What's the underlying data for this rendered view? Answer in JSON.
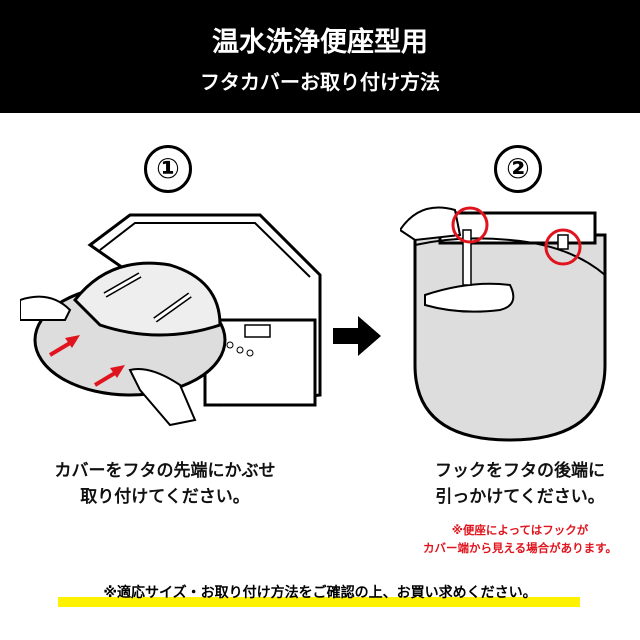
{
  "header": {
    "title": "温水洗浄便座型用",
    "subtitle": "フタカバーお取り付け方法"
  },
  "steps": [
    {
      "number": "①",
      "line1": "カバーをフタの先端にかぶせ",
      "line2": "取り付けてください。"
    },
    {
      "number": "②",
      "line1": "フックをフタの後端に",
      "line2": "引っかけてください。",
      "note1": "※便座によってはフックが",
      "note2": "カバー端から見える場合があります。"
    }
  ],
  "footer": {
    "note": "※適応サイズ・お取り付け方法をご確認の上、お買い求めください。"
  },
  "colors": {
    "accent_red": "#e0141e",
    "highlight_yellow": "#fff200"
  }
}
